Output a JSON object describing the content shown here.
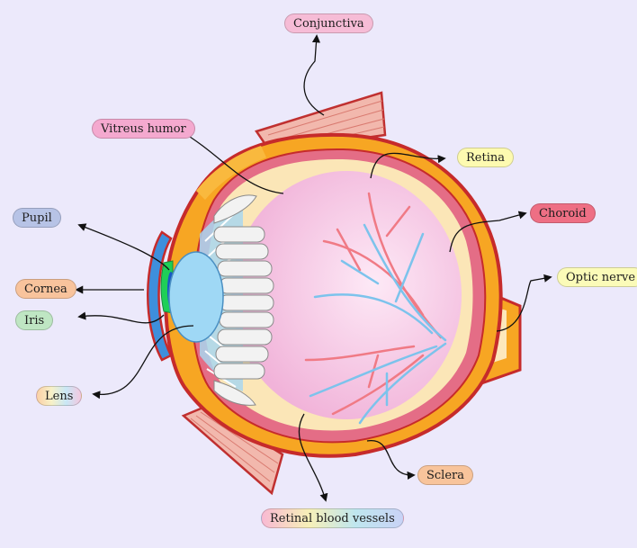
{
  "labels": {
    "conjunctiva": "Conjunctiva",
    "vitreous_humor": "Vitreus humor",
    "pupil": "Pupil",
    "cornea": "Cornea",
    "iris": "Iris",
    "lens": "Lens",
    "retina": "Retina",
    "choroid": "Choroid",
    "optic_nerve": "Optic nerve",
    "sclera": "Sclera",
    "retinal_blood_vessels": "Retinal blood vessels"
  },
  "colors": {
    "background": "#ece9fb",
    "sclera": "#f7a623",
    "outline": "#cc2b2b",
    "choroid": "#e46d86",
    "retina": "#fbe6b7",
    "vitreous": "#f4bfe0",
    "cornea": "#3e8fdc",
    "iris": "#1fcf57",
    "lens": "#9fd8f5",
    "artery": "#f07a85",
    "vein": "#7cc3ec"
  }
}
